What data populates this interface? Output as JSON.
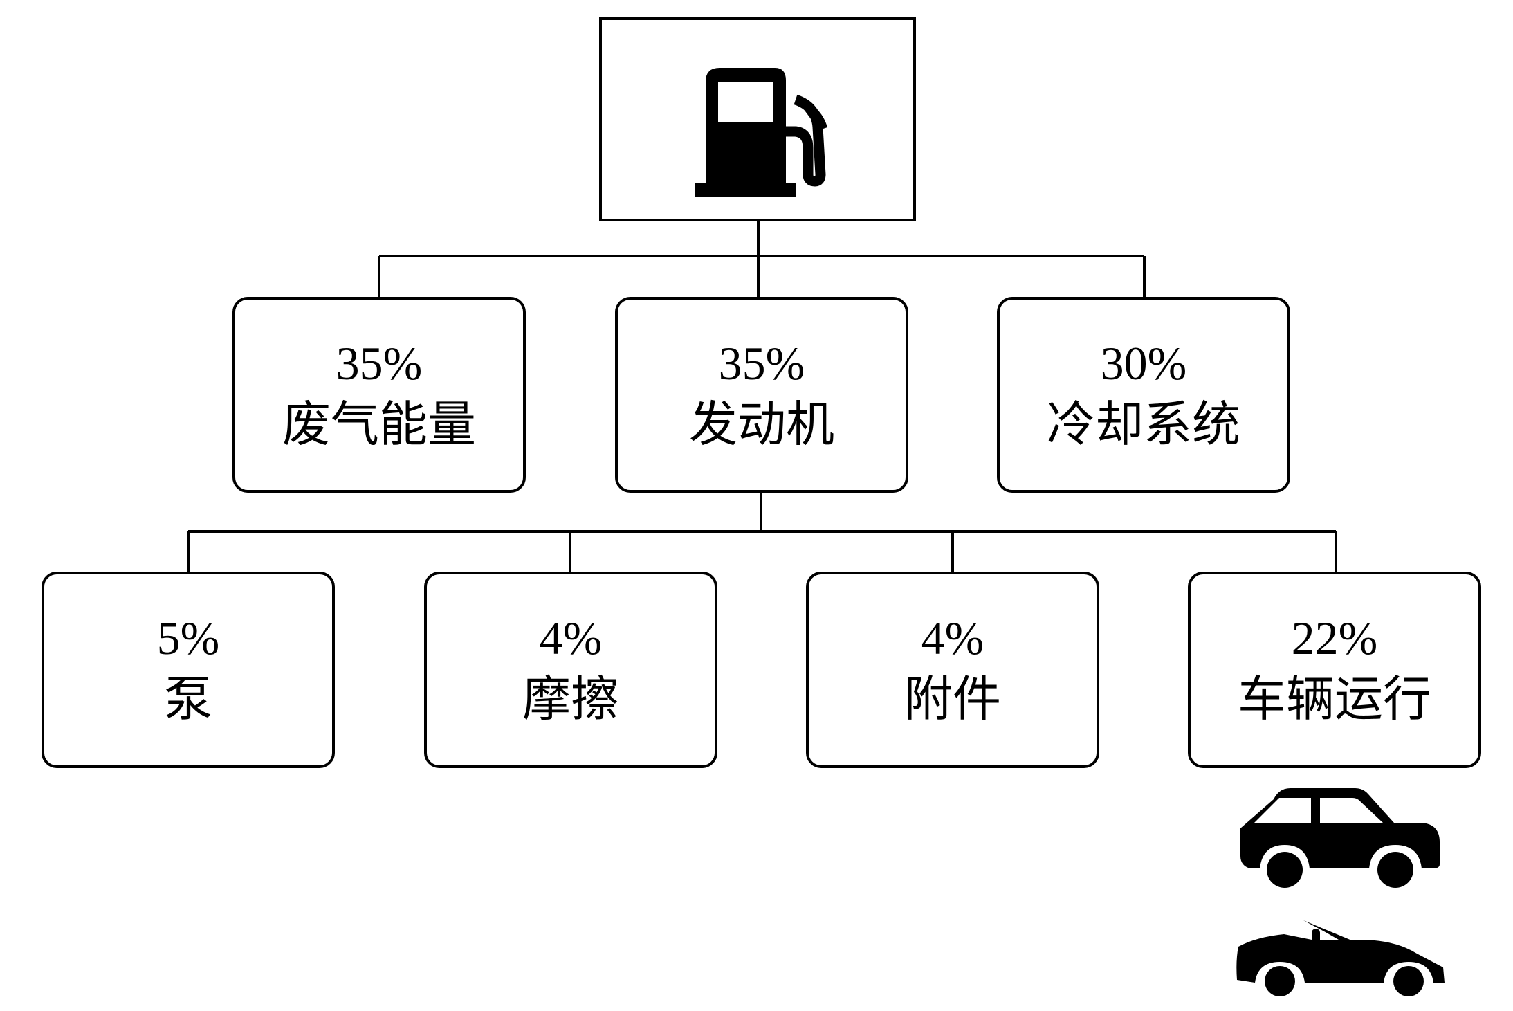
{
  "root": {
    "icon": "fuel-pump-icon"
  },
  "level1": [
    {
      "percent": "35%",
      "label": "废气能量"
    },
    {
      "percent": "35%",
      "label": "发动机"
    },
    {
      "percent": "30%",
      "label": "冷却系统"
    }
  ],
  "level2": [
    {
      "percent": "5%",
      "label": "泵"
    },
    {
      "percent": "4%",
      "label": "摩擦"
    },
    {
      "percent": "4%",
      "label": "附件"
    },
    {
      "percent": "22%",
      "label": "车辆运行"
    }
  ],
  "vehicle_icons": [
    "sedan-car-icon",
    "convertible-car-icon"
  ]
}
